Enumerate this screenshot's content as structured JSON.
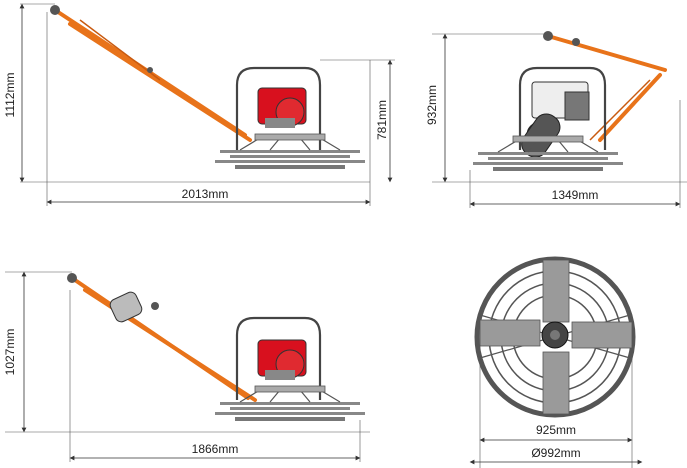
{
  "views": {
    "side_full": {
      "height_label": "1112mm",
      "width_label": "2013mm",
      "guard_height_label": "781mm"
    },
    "rear": {
      "height_label": "932mm",
      "width_label": "1349mm"
    },
    "side_folded": {
      "height_label": "1027mm",
      "width_label": "1866mm"
    },
    "top": {
      "blade_span_label": "925mm",
      "ring_diameter_label": "Ø992mm"
    }
  },
  "colors": {
    "handle": "#e8731a",
    "engine": "#d8101e",
    "frame": "#444444",
    "blade": "#9a9a9a"
  }
}
